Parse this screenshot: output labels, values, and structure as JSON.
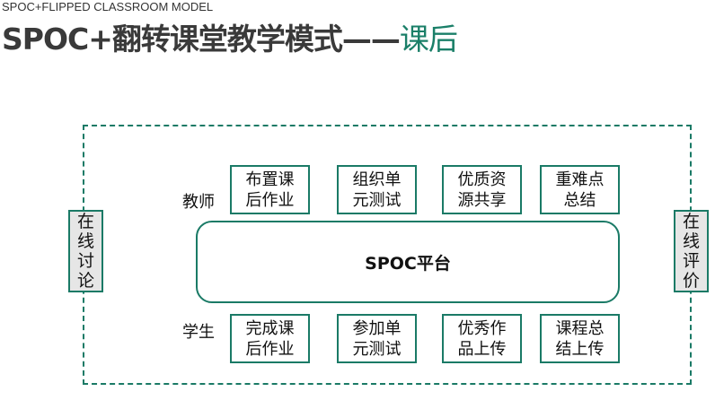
{
  "header": {
    "subtitle": "SPOC+FLIPPED CLASSROOM MODEL",
    "title_main": "SPOC+翻转课堂教学模式——",
    "title_accent": "课后"
  },
  "colors": {
    "accent": "#1a7a66",
    "title": "#3a3a3a"
  },
  "diagram": {
    "left_side": "在线讨论",
    "right_side": "在线评价",
    "teacher_label": "教师",
    "student_label": "学生",
    "platform": "SPOC平台",
    "teacher_items": [
      "布置课后作业",
      "组织单元测试",
      "优质资源共享",
      "重难点总结"
    ],
    "student_items": [
      "完成课后作业",
      "参加单元测试",
      "优秀作品上传",
      "课程总结上传"
    ]
  }
}
